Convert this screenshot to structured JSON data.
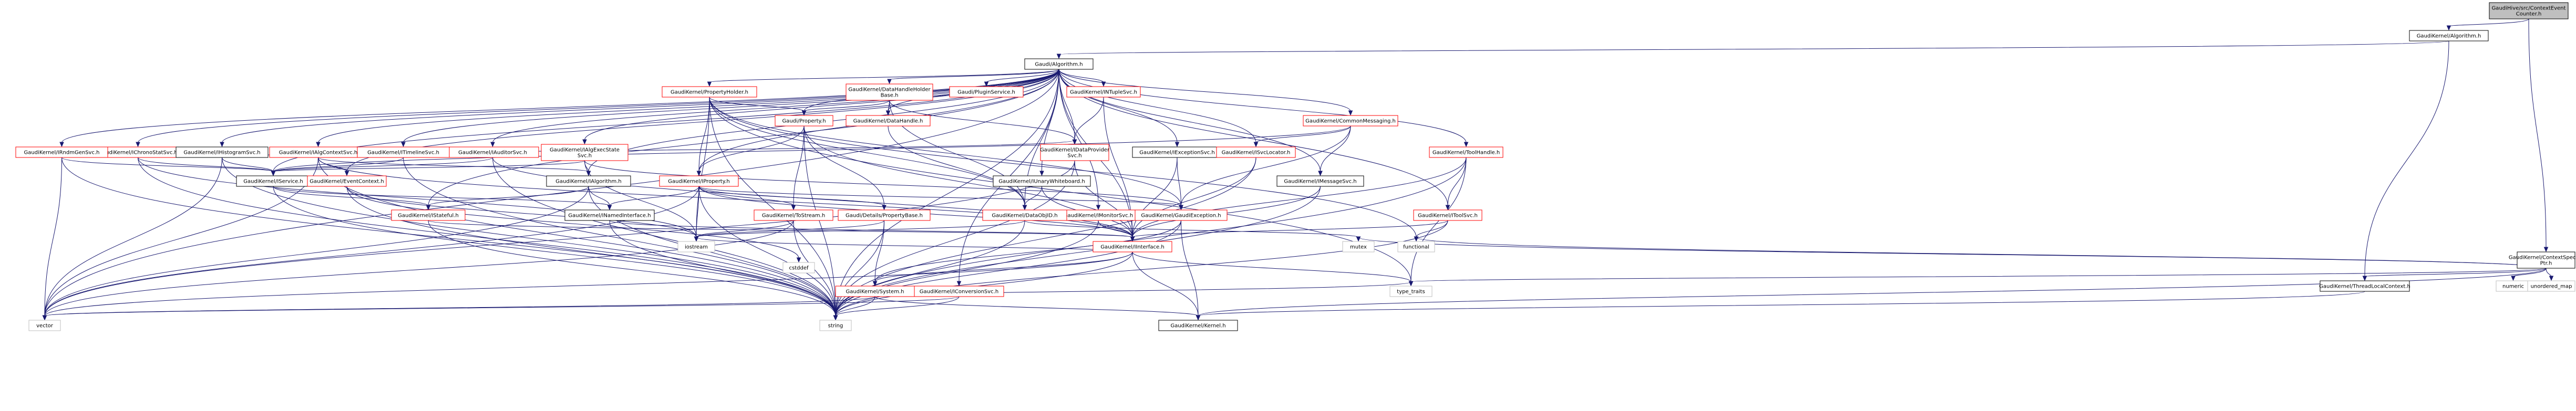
{
  "colors": {
    "edge": "#191970",
    "root_fill": "#bfbfbf",
    "node_fill": "#ffffff",
    "documented_border": "#000000",
    "undocumented_border": "#ff0000",
    "external_border": "#bfbfbf"
  },
  "nodes": [
    {
      "id": "root",
      "label": [
        "GaudiHive/src/ContextEvent",
        "Counter.h"
      ],
      "style": "root"
    },
    {
      "id": "kalg",
      "label": [
        "GaudiKernel/Algorithm.h"
      ],
      "style": "doc"
    },
    {
      "id": "ctxspec",
      "label": [
        "GaudiKernel/ContextSpecific",
        "Ptr.h"
      ],
      "style": "doc"
    },
    {
      "id": "galg",
      "label": [
        "Gaudi/Algorithm.h"
      ],
      "style": "doc"
    },
    {
      "id": "ialgorithm",
      "label": [
        "GaudiKernel/IAlgorithm.h"
      ],
      "style": "doc"
    },
    {
      "id": "ialgctx",
      "label": [
        "GaudiKernel/IAlgContextSvc.h"
      ],
      "style": "red"
    },
    {
      "id": "ialgexec",
      "label": [
        "GaudiKernel/IAlgExecState",
        "Svc.h"
      ],
      "style": "red"
    },
    {
      "id": "iauditor",
      "label": [
        "GaudiKernel/IAuditorSvc.h"
      ],
      "style": "red"
    },
    {
      "id": "ichrono",
      "label": [
        "GaudiKernel/IChronoStatSvc.h"
      ],
      "style": "red"
    },
    {
      "id": "iconversion",
      "label": [
        "GaudiKernel/IConversionSvc.h"
      ],
      "style": "red"
    },
    {
      "id": "iexception",
      "label": [
        "GaudiKernel/IExceptionSvc.h"
      ],
      "style": "doc"
    },
    {
      "id": "ihistogram",
      "label": [
        "GaudiKernel/IHistogramSvc.h"
      ],
      "style": "doc"
    },
    {
      "id": "imessage",
      "label": [
        "GaudiKernel/IMessageSvc.h"
      ],
      "style": "doc"
    },
    {
      "id": "imonitor",
      "label": [
        "GaudiKernel/IMonitorSvc.h"
      ],
      "style": "red"
    },
    {
      "id": "intuple",
      "label": [
        "GaudiKernel/INTupleSvc.h"
      ],
      "style": "red"
    },
    {
      "id": "iproperty",
      "label": [
        "GaudiKernel/IProperty.h"
      ],
      "style": "red"
    },
    {
      "id": "irndmgen",
      "label": [
        "GaudiKernel/IRndmGenSvc.h"
      ],
      "style": "red"
    },
    {
      "id": "iservice",
      "label": [
        "GaudiKernel/IService.h"
      ],
      "style": "doc"
    },
    {
      "id": "istateful",
      "label": [
        "GaudiKernel/IStateful.h"
      ],
      "style": "red"
    },
    {
      "id": "itimeline",
      "label": [
        "GaudiKernel/ITimelineSvc.h"
      ],
      "style": "red"
    },
    {
      "id": "itool",
      "label": [
        "GaudiKernel/IToolSvc.h"
      ],
      "style": "red"
    },
    {
      "id": "iinterface",
      "label": [
        "GaudiKernel/IInterface.h"
      ],
      "style": "red"
    },
    {
      "id": "inamed",
      "label": [
        "GaudiKernel/INamedInterface.h"
      ],
      "style": "doc"
    },
    {
      "id": "idataprov",
      "label": [
        "GaudiKernel/IDataProvider",
        "Svc.h"
      ],
      "style": "red"
    },
    {
      "id": "iuwb",
      "label": [
        "GaudiKernel/IUnaryWhiteboard.h"
      ],
      "style": "doc"
    },
    {
      "id": "eventctx",
      "label": [
        "GaudiKernel/EventContext.h"
      ],
      "style": "red"
    },
    {
      "id": "svclocator",
      "label": [
        "GaudiKernel/ISvcLocator.h"
      ],
      "style": "red"
    },
    {
      "id": "commonmsg",
      "label": [
        "GaudiKernel/CommonMessaging.h"
      ],
      "style": "red"
    },
    {
      "id": "datahandleholder",
      "label": [
        "GaudiKernel/DataHandleHolder",
        "Base.h"
      ],
      "style": "red"
    },
    {
      "id": "datahandle",
      "label": [
        "GaudiKernel/DataHandle.h"
      ],
      "style": "red"
    },
    {
      "id": "dataobjid",
      "label": [
        "GaudiKernel/DataObjID.h"
      ],
      "style": "red"
    },
    {
      "id": "gaudiexc",
      "label": [
        "GaudiKernel/GaudiException.h"
      ],
      "style": "red"
    },
    {
      "id": "property",
      "label": [
        "Gaudi/Property.h"
      ],
      "style": "red"
    },
    {
      "id": "propholder",
      "label": [
        "GaudiKernel/PropertyHolder.h"
      ],
      "style": "red"
    },
    {
      "id": "toolhandle",
      "label": [
        "GaudiKernel/ToolHandle.h"
      ],
      "style": "red"
    },
    {
      "id": "pluginsvc",
      "label": [
        "Gaudi/PluginService.h"
      ],
      "style": "red"
    },
    {
      "id": "tostream",
      "label": [
        "GaudiKernel/ToStream.h"
      ],
      "style": "red"
    },
    {
      "id": "propbase",
      "label": [
        "Gaudi/Details/PropertyBase.h"
      ],
      "style": "red"
    },
    {
      "id": "kernel",
      "label": [
        "GaudiKernel/Kernel.h"
      ],
      "style": "doc"
    },
    {
      "id": "system",
      "label": [
        "GaudiKernel/System.h"
      ],
      "style": "red"
    },
    {
      "id": "threadlocal",
      "label": [
        "GaudiKernel/ThreadLocalContext.h"
      ],
      "style": "doc"
    },
    {
      "id": "string",
      "label": [
        "string"
      ],
      "style": "ext"
    },
    {
      "id": "vector",
      "label": [
        "vector"
      ],
      "style": "ext"
    },
    {
      "id": "iostream",
      "label": [
        "iostream"
      ],
      "style": "ext"
    },
    {
      "id": "functional",
      "label": [
        "functional"
      ],
      "style": "ext"
    },
    {
      "id": "mutex",
      "label": [
        "mutex"
      ],
      "style": "ext"
    },
    {
      "id": "typetraits",
      "label": [
        "type_traits"
      ],
      "style": "ext"
    },
    {
      "id": "cstddef",
      "label": [
        "cstddef"
      ],
      "style": "ext"
    },
    {
      "id": "numeric",
      "label": [
        "numeric"
      ],
      "style": "ext"
    },
    {
      "id": "unorderedmap",
      "label": [
        "unordered_map"
      ],
      "style": "ext"
    }
  ],
  "edges": [
    [
      "root",
      "kalg"
    ],
    [
      "root",
      "ctxspec"
    ],
    [
      "kalg",
      "galg"
    ],
    [
      "kalg",
      "threadlocal"
    ],
    [
      "ctxspec",
      "kernel"
    ],
    [
      "ctxspec",
      "threadlocal"
    ],
    [
      "ctxspec",
      "typetraits"
    ],
    [
      "ctxspec",
      "functional"
    ],
    [
      "ctxspec",
      "mutex"
    ],
    [
      "ctxspec",
      "numeric"
    ],
    [
      "ctxspec",
      "unorderedmap"
    ],
    [
      "galg",
      "irndmgen"
    ],
    [
      "galg",
      "ichrono"
    ],
    [
      "galg",
      "ihistogram"
    ],
    [
      "galg",
      "ialgctx"
    ],
    [
      "galg",
      "itimeline"
    ],
    [
      "galg",
      "iauditor"
    ],
    [
      "galg",
      "ialgexec"
    ],
    [
      "galg",
      "ialgorithm"
    ],
    [
      "galg",
      "propholder"
    ],
    [
      "galg",
      "datahandleholder"
    ],
    [
      "galg",
      "pluginsvc"
    ],
    [
      "galg",
      "property"
    ],
    [
      "galg",
      "intuple"
    ],
    [
      "galg",
      "commonmsg"
    ],
    [
      "galg",
      "toolhandle"
    ],
    [
      "galg",
      "iuwb"
    ],
    [
      "galg",
      "iexception"
    ],
    [
      "galg",
      "imonitor"
    ],
    [
      "galg",
      "iconversion"
    ],
    [
      "galg",
      "imessage"
    ],
    [
      "galg",
      "svclocator"
    ],
    [
      "galg",
      "itool"
    ],
    [
      "galg",
      "iservice"
    ],
    [
      "galg",
      "istateful"
    ],
    [
      "galg",
      "eventctx"
    ],
    [
      "galg",
      "iproperty"
    ],
    [
      "galg",
      "datahandle"
    ],
    [
      "galg",
      "dataobjid"
    ],
    [
      "galg",
      "idataprov"
    ],
    [
      "galg",
      "string"
    ],
    [
      "galg",
      "vector"
    ],
    [
      "galg",
      "iinterface"
    ],
    [
      "irndmgen",
      "iservice"
    ],
    [
      "irndmgen",
      "string"
    ],
    [
      "irndmgen",
      "vector"
    ],
    [
      "ichrono",
      "iservice"
    ],
    [
      "ichrono",
      "string"
    ],
    [
      "ichrono",
      "iostream"
    ],
    [
      "ihistogram",
      "iservice"
    ],
    [
      "ihistogram",
      "idataprov"
    ],
    [
      "ihistogram",
      "string"
    ],
    [
      "ihistogram",
      "vector"
    ],
    [
      "ialgctx",
      "iinterface"
    ],
    [
      "ialgctx",
      "eventctx"
    ],
    [
      "ialgctx",
      "ialgorithm"
    ],
    [
      "ialgctx",
      "vector"
    ],
    [
      "ialgctx",
      "string"
    ],
    [
      "itimeline",
      "iservice"
    ],
    [
      "itimeline",
      "string"
    ],
    [
      "iauditor",
      "iservice"
    ],
    [
      "iauditor",
      "iinterface"
    ],
    [
      "iauditor",
      "string"
    ],
    [
      "ialgexec",
      "iservice"
    ],
    [
      "ialgexec",
      "ialgorithm"
    ],
    [
      "ialgexec",
      "gaudiexc"
    ],
    [
      "ialgexec",
      "iostream"
    ],
    [
      "ialgorithm",
      "inamed"
    ],
    [
      "ialgorithm",
      "istateful"
    ],
    [
      "ialgorithm",
      "string"
    ],
    [
      "ialgorithm",
      "vector"
    ],
    [
      "propholder",
      "iproperty"
    ],
    [
      "propholder",
      "property"
    ],
    [
      "propholder",
      "gaudiexc"
    ],
    [
      "propholder",
      "dataobjid"
    ],
    [
      "propholder",
      "string"
    ],
    [
      "propholder",
      "iostream"
    ],
    [
      "propholder",
      "functional"
    ],
    [
      "propholder",
      "typetraits"
    ],
    [
      "datahandleholder",
      "datahandle"
    ],
    [
      "datahandleholder",
      "dataobjid"
    ],
    [
      "datahandleholder",
      "property"
    ],
    [
      "datahandleholder",
      "idataprov"
    ],
    [
      "property",
      "iproperty"
    ],
    [
      "property",
      "tostream"
    ],
    [
      "property",
      "propbase"
    ],
    [
      "property",
      "iinterface"
    ],
    [
      "property",
      "string"
    ],
    [
      "iproperty",
      "iinterface"
    ],
    [
      "iproperty",
      "inamed"
    ],
    [
      "iproperty",
      "tostream"
    ],
    [
      "iproperty",
      "propbase"
    ],
    [
      "iproperty",
      "gaudiexc"
    ],
    [
      "iproperty",
      "iostream"
    ],
    [
      "iproperty",
      "string"
    ],
    [
      "iproperty",
      "vector"
    ],
    [
      "tostream",
      "iostream"
    ],
    [
      "tostream",
      "string"
    ],
    [
      "tostream",
      "vector"
    ],
    [
      "propbase",
      "iostream"
    ],
    [
      "propbase",
      "string"
    ],
    [
      "propbase",
      "system"
    ],
    [
      "intuple",
      "idataprov"
    ],
    [
      "intuple",
      "iinterface"
    ],
    [
      "commonmsg",
      "imessage"
    ],
    [
      "commonmsg",
      "svclocator"
    ],
    [
      "commonmsg",
      "gaudiexc"
    ],
    [
      "commonmsg",
      "iservice"
    ],
    [
      "toolhandle",
      "itool"
    ],
    [
      "toolhandle",
      "iinterface"
    ],
    [
      "toolhandle",
      "string"
    ],
    [
      "toolhandle",
      "typetraits"
    ],
    [
      "iuwb",
      "iinterface"
    ],
    [
      "iuwb",
      "dataobjid"
    ],
    [
      "iexception",
      "iinterface"
    ],
    [
      "iexception",
      "gaudiexc"
    ],
    [
      "imonitor",
      "iinterface"
    ],
    [
      "imonitor",
      "string"
    ],
    [
      "iconversion",
      "string"
    ],
    [
      "iconversion",
      "vector"
    ],
    [
      "imessage",
      "iinterface"
    ],
    [
      "imessage",
      "string"
    ],
    [
      "svclocator",
      "iinterface"
    ],
    [
      "svclocator",
      "string"
    ],
    [
      "itool",
      "iinterface"
    ],
    [
      "itool",
      "string"
    ],
    [
      "itool",
      "functional"
    ],
    [
      "iservice",
      "inamed"
    ],
    [
      "iservice",
      "istateful"
    ],
    [
      "iservice",
      "string"
    ],
    [
      "istateful",
      "iinterface"
    ],
    [
      "istateful",
      "string"
    ],
    [
      "eventctx",
      "iostream"
    ],
    [
      "eventctx",
      "cstddef"
    ],
    [
      "eventctx",
      "string"
    ],
    [
      "datahandle",
      "dataobjid"
    ],
    [
      "dataobjid",
      "iostream"
    ],
    [
      "dataobjid",
      "string"
    ],
    [
      "dataobjid",
      "mutex"
    ],
    [
      "idataprov",
      "iinterface"
    ],
    [
      "idataprov",
      "string"
    ],
    [
      "idataprov",
      "vector"
    ],
    [
      "gaudiexc",
      "system"
    ],
    [
      "gaudiexc",
      "kernel"
    ],
    [
      "gaudiexc",
      "string"
    ],
    [
      "inamed",
      "iinterface"
    ],
    [
      "inamed",
      "string"
    ],
    [
      "iinterface",
      "system"
    ],
    [
      "iinterface",
      "kernel"
    ],
    [
      "iinterface",
      "typetraits"
    ],
    [
      "iinterface",
      "string"
    ],
    [
      "iinterface",
      "vector"
    ],
    [
      "iinterface",
      "iostream"
    ],
    [
      "system",
      "kernel"
    ],
    [
      "system",
      "string"
    ],
    [
      "system",
      "vector"
    ],
    [
      "system",
      "typetraits"
    ],
    [
      "threadlocal",
      "kernel"
    ]
  ]
}
